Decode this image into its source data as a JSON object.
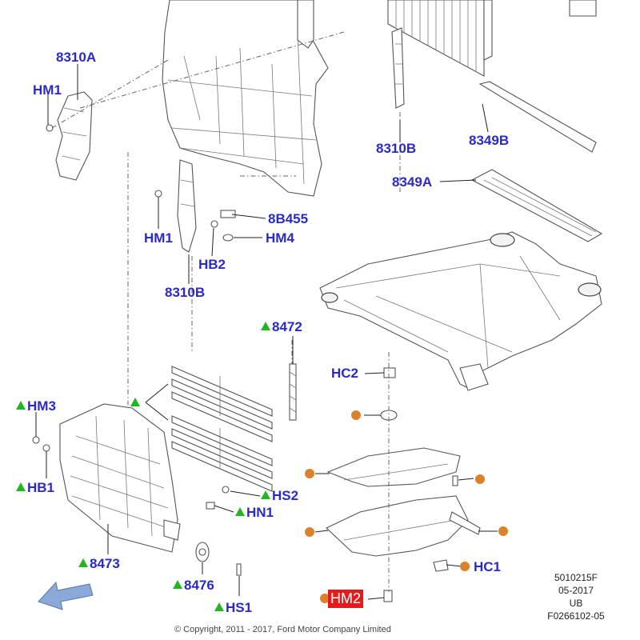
{
  "labels": {
    "l_8310A": "8310A",
    "l_HM1_top": "HM1",
    "l_8310B_top": "8310B",
    "l_8349B": "8349B",
    "l_8349A": "8349A",
    "l_8B455": "8B455",
    "l_HM4": "HM4",
    "l_HM1_mid": "HM1",
    "l_HB2": "HB2",
    "l_8310B_mid": "8310B",
    "l_8472": "8472",
    "l_HC2": "HC2",
    "l_HM3": "HM3",
    "l_HB1": "HB1",
    "l_HS2": "HS2",
    "l_HN1": "HN1",
    "l_8473": "8473",
    "l_8476": "8476",
    "l_HS1": "HS1",
    "l_HC1": "HC1",
    "l_HM2": "HM2"
  },
  "meta": {
    "code1": "5010215F",
    "date": "05-2017",
    "region": "UB",
    "figure": "F0266102-05"
  },
  "copyright": "© Copyright, 2011 - 2017, Ford Motor Company Limited",
  "colors": {
    "label": "#2a2acc",
    "triangle_marker": "#22b622",
    "circle_marker": "#d9822b",
    "highlight": "#e51b1b",
    "direction_arrow": "#8aa8d8"
  },
  "icons": {
    "new_part_marker": "green-triangle-icon",
    "reused_part_marker": "orange-circle-icon",
    "direction_arrow": "front-direction-arrow-icon"
  }
}
